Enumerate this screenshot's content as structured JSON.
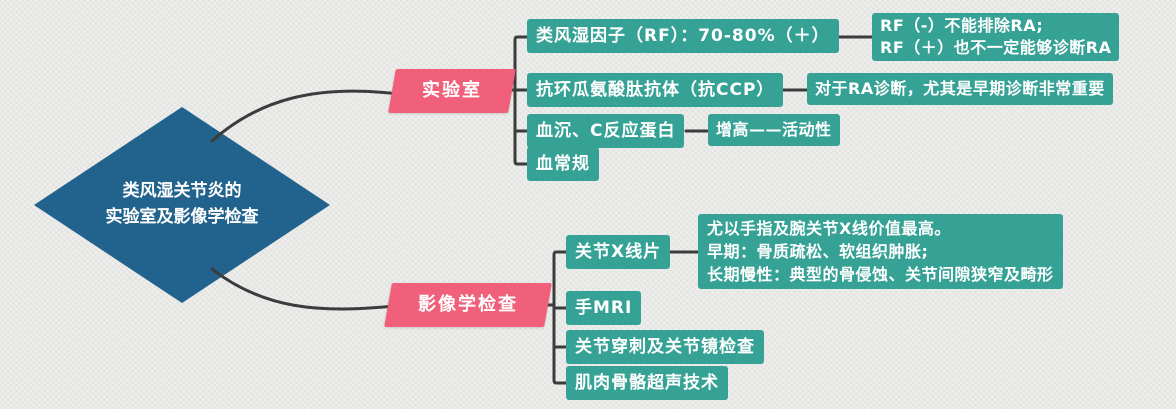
{
  "colors": {
    "root": "#21638c",
    "branch": "#f0607a",
    "leaf": "#36a295",
    "line": "#3c3c3c",
    "text": "#ffffff",
    "background": "#ededec"
  },
  "root": {
    "label": "类风湿关节炎的\n实验室及影像学检查"
  },
  "branches": [
    {
      "label": "实验室",
      "children": [
        {
          "label": "类风湿因子（RF）：70-80%（＋）",
          "note": "RF（-）不能排除RA;\nRF（＋）也不一定能够诊断RA"
        },
        {
          "label": "抗环瓜氨酸肽抗体（抗CCP）",
          "note": "对于RA诊断，尤其是早期诊断非常重要"
        },
        {
          "label": "血沉、C反应蛋白",
          "note": "增高——活动性"
        },
        {
          "label": "血常规"
        }
      ]
    },
    {
      "label": "影像学检查",
      "children": [
        {
          "label": "关节X线片",
          "note": "尤以手指及腕关节X线价值最高。\n早期：骨质疏松、软组织肿胀;\n长期慢性：典型的骨侵蚀、关节间隙狭窄及畸形"
        },
        {
          "label": "手MRI"
        },
        {
          "label": "关节穿刺及关节镜检查"
        },
        {
          "label": "肌肉骨骼超声技术"
        }
      ]
    }
  ]
}
